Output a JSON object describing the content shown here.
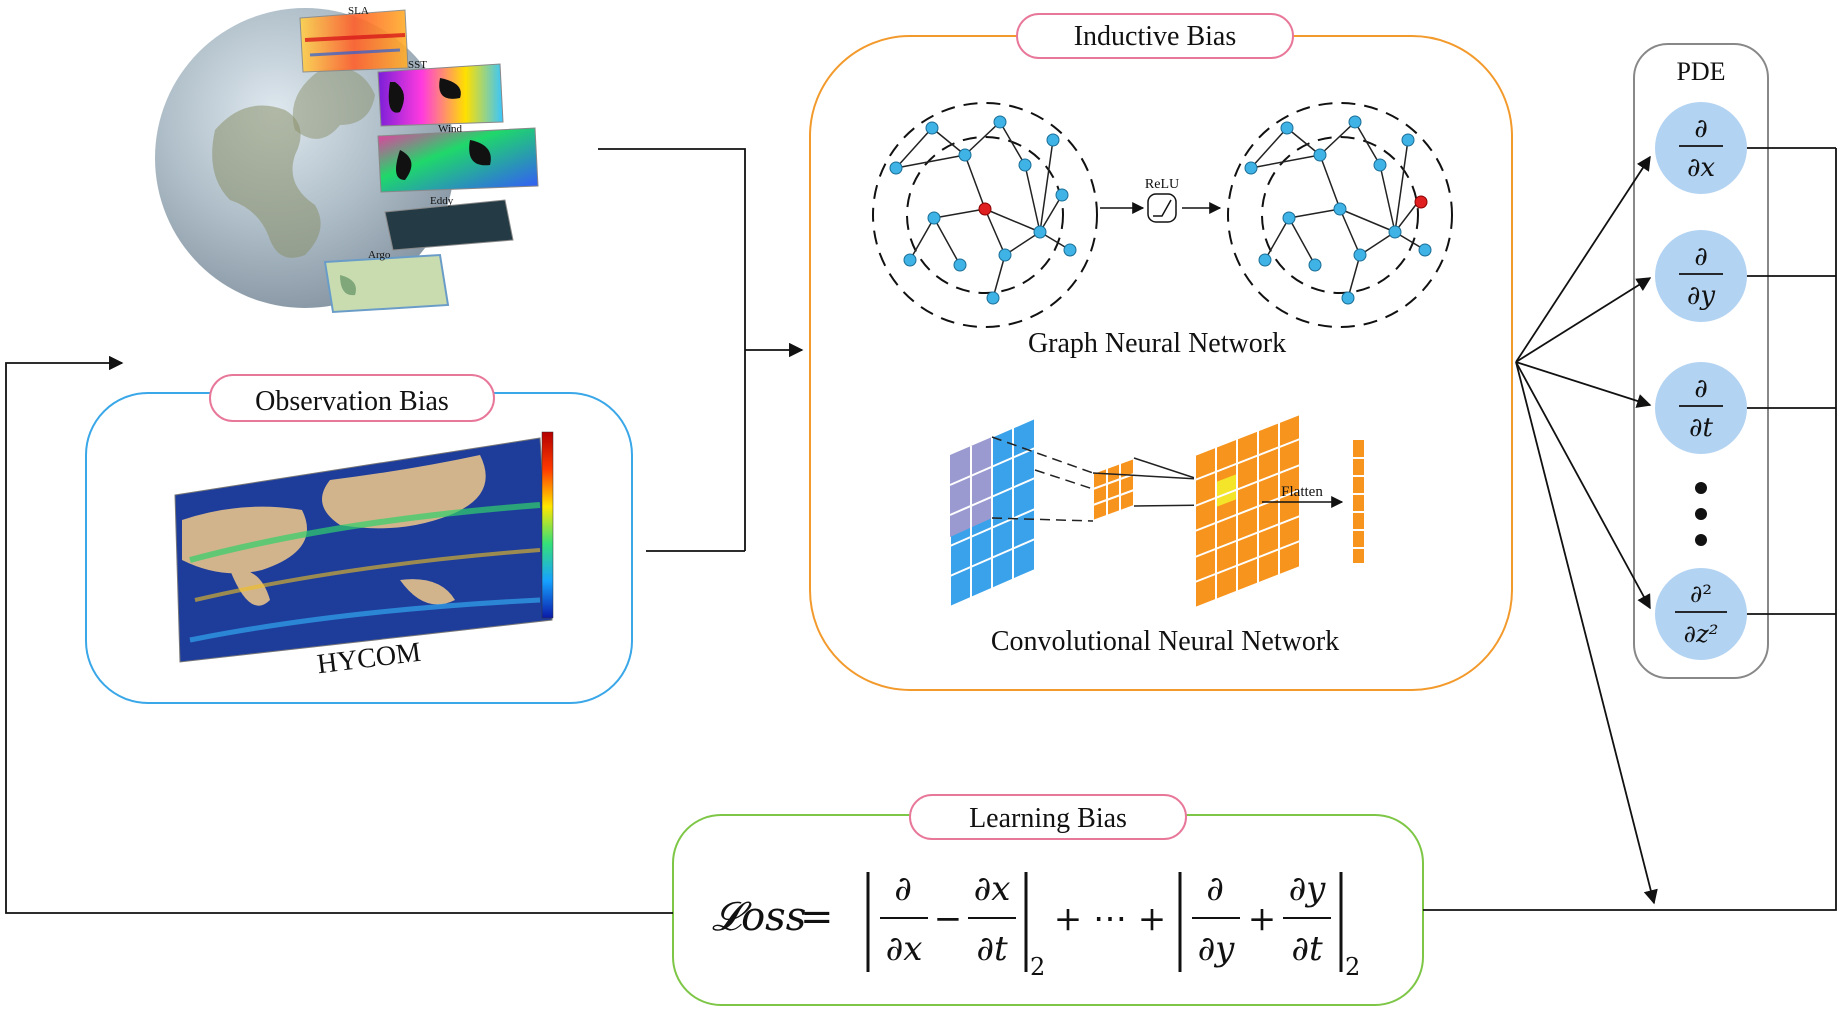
{
  "layers": [
    {
      "label": "SLA"
    },
    {
      "label": "SST"
    },
    {
      "label": "Wind"
    },
    {
      "label": "Eddy"
    },
    {
      "label": "Argo"
    }
  ],
  "observation": {
    "title": "Observation Bias",
    "map_label": "HYCOM"
  },
  "inductive": {
    "title": "Inductive Bias",
    "gnn_label": "Graph Neural Network",
    "cnn_label": "Convolutional Neural Network",
    "relu_label": "ReLU",
    "flatten_label": "Flatten"
  },
  "pde": {
    "title": "PDE",
    "partial": "∂",
    "dx": "∂x",
    "dy": "∂y",
    "dt": "∂t",
    "d2": "∂²",
    "dz2": "∂z²"
  },
  "learning": {
    "title": "Learning Bias",
    "loss": "𝓛oss",
    "equals": "=",
    "minus": "−",
    "plus": "+",
    "ellipsis_term": "+ ⋯ +",
    "subscript": "2"
  },
  "colors": {
    "observation_border": "#3aa7e8",
    "inductive_border": "#f39a2c",
    "learning_border": "#7dc646",
    "title_pill_border": "#e8789a",
    "pde_node_fill": "#b3d3f2",
    "graph_node": "#3fb2e6",
    "graph_center_node": "#e02020",
    "cnn_blue": "#3aa2ea",
    "cnn_purple": "#9a9ad0",
    "cnn_orange": "#f7941d",
    "cnn_highlight": "#f4e52a"
  }
}
